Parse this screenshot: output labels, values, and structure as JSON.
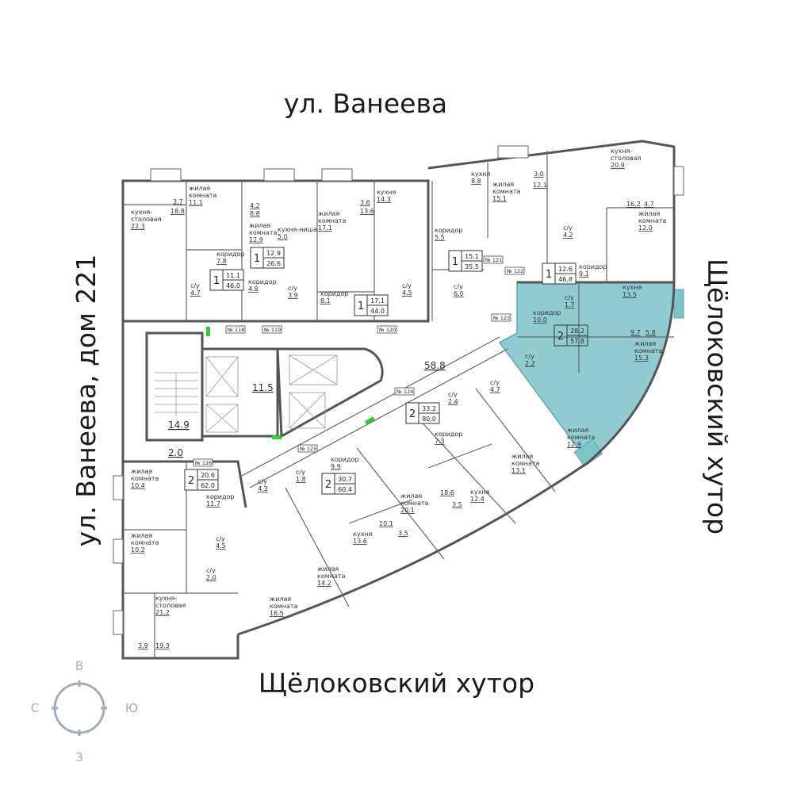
{
  "streets": {
    "top": "ул. Ванеева",
    "left": "ул. Ванеева, дом 221",
    "right": "Щёлоковский хутор",
    "bottom": "Щёлоковский хутор"
  },
  "compass": {
    "north_label": "В",
    "west_label": "С",
    "east_label": "Ю",
    "south_label": "З",
    "color": "#a3acba"
  },
  "colors": {
    "highlight": "#7fc3cb",
    "wall": "#555555"
  },
  "common_areas": [
    "58.8",
    "11.5",
    "14.9",
    "2.0"
  ],
  "door_numbers": [
    "№ 118",
    "№ 119",
    "№ 120",
    "№ 121",
    "№ 122",
    "№ 123",
    "№ 124",
    "№ 125",
    "№ 126"
  ],
  "apartments": [
    {
      "rooms_count": "1",
      "living_area": "11.1",
      "total_area": "46.0",
      "highlighted": false,
      "rooms": [
        {
          "name": [
            "кухня-",
            "столовая"
          ],
          "area": "22.3"
        },
        {
          "name": [
            "жилая",
            "комната"
          ],
          "area": "11.1"
        },
        {
          "name": [
            "коридор"
          ],
          "area": "7.8"
        },
        {
          "name": [
            "с/у"
          ],
          "area": "4.7"
        }
      ],
      "dims": [
        "3.7",
        "18.8"
      ]
    },
    {
      "rooms_count": "1",
      "living_area": "12.9",
      "total_area": "26.6",
      "highlighted": false,
      "rooms": [
        {
          "name": [
            "жилая",
            "комната"
          ],
          "area": "12.9"
        },
        {
          "name": [
            "кухня-ниша"
          ],
          "area": "5.0"
        },
        {
          "name": [
            "коридор"
          ],
          "area": "4.8"
        },
        {
          "name": [
            "с/у"
          ],
          "area": "3.9"
        }
      ],
      "dims": [
        "4.2",
        "8.8"
      ]
    },
    {
      "rooms_count": "1",
      "living_area": "17.1",
      "total_area": "44.0",
      "highlighted": false,
      "rooms": [
        {
          "name": [
            "жилая",
            "комната"
          ],
          "area": "17.1"
        },
        {
          "name": [
            "кухня"
          ],
          "area": "14.3"
        },
        {
          "name": [
            "коридор"
          ],
          "area": "8.1"
        },
        {
          "name": [
            "с/у"
          ],
          "area": "4.5"
        }
      ],
      "dims": [
        "3.6",
        "13.6"
      ]
    },
    {
      "rooms_count": "1",
      "living_area": "15.1",
      "total_area": "35.5",
      "highlighted": false,
      "rooms": [
        {
          "name": [
            "кухня"
          ],
          "area": "8.8"
        },
        {
          "name": [
            "жилая",
            "комната"
          ],
          "area": "15.1"
        },
        {
          "name": [
            "коридор"
          ],
          "area": "5.5"
        },
        {
          "name": [
            "с/у"
          ],
          "area": "6.0"
        }
      ],
      "dims": [
        "3.0",
        "12.1"
      ]
    },
    {
      "rooms_count": "1",
      "living_area": "12.6",
      "total_area": "46.8",
      "highlighted": false,
      "rooms": [
        {
          "name": [
            "кухня-",
            "столовая"
          ],
          "area": "20.9"
        },
        {
          "name": [
            "жилая",
            "комната"
          ],
          "area": "12.0"
        },
        {
          "name": [
            "с/у"
          ],
          "area": "4.2"
        },
        {
          "name": [
            "коридор"
          ],
          "area": "9.1"
        }
      ],
      "dims": [
        "16.2",
        "4.7"
      ]
    },
    {
      "rooms_count": "2",
      "living_area": "28.2",
      "total_area": "57.8",
      "highlighted": true,
      "rooms": [
        {
          "name": [
            "кухня"
          ],
          "area": "13.5"
        },
        {
          "name": [
            "с/у"
          ],
          "area": "1.7"
        },
        {
          "name": [
            "коридор"
          ],
          "area": "10.0"
        },
        {
          "name": [
            "жилая",
            "комната"
          ],
          "area": "15.3"
        },
        {
          "name": [
            "с/у"
          ],
          "area": "2.2"
        },
        {
          "name": [
            "жилая",
            "комната"
          ],
          "area": "12.9"
        }
      ],
      "dims": [
        "9.7",
        "5.8"
      ]
    },
    {
      "rooms_count": "2",
      "living_area": "33.2",
      "total_area": "80.0",
      "highlighted": false,
      "rooms": [
        {
          "name": [
            "с/у"
          ],
          "area": "2.4"
        },
        {
          "name": [
            "с/у"
          ],
          "area": "4.7"
        },
        {
          "name": [
            "коридор"
          ],
          "area": "7.3"
        },
        {
          "name": [
            "жилая",
            "комната"
          ],
          "area": "13.1"
        },
        {
          "name": [
            "кухня"
          ],
          "area": "12.4"
        },
        {
          "name": [
            "жилая",
            "комната"
          ],
          "area": "20.1"
        }
      ],
      "dims": [
        "18.6",
        "3.5"
      ]
    },
    {
      "rooms_count": "2",
      "living_area": "30.7",
      "total_area": "60.4",
      "highlighted": false,
      "rooms": [
        {
          "name": [
            "коридор"
          ],
          "area": "9.9"
        },
        {
          "name": [
            "с/у"
          ],
          "area": "1.8"
        },
        {
          "name": [
            "кухня"
          ],
          "area": "13.6"
        },
        {
          "name": [
            "жилая",
            "комната"
          ],
          "area": "14.2"
        }
      ],
      "dims": [
        "10.1",
        "3.5"
      ]
    },
    {
      "rooms_count": "2",
      "living_area": "20.6",
      "total_area": "62.0",
      "highlighted": false,
      "rooms": [
        {
          "name": [
            "жилая",
            "комната"
          ],
          "area": "10.4"
        },
        {
          "name": [
            "коридор"
          ],
          "area": "11.7"
        },
        {
          "name": [
            "жилая",
            "комната"
          ],
          "area": "10.2"
        },
        {
          "name": [
            "с/у"
          ],
          "area": "4.5"
        },
        {
          "name": [
            "с/у"
          ],
          "area": "2.0"
        },
        {
          "name": [
            "кухня-",
            "столовая"
          ],
          "area": "21.2"
        },
        {
          "name": [
            "жилая",
            "комната"
          ],
          "area": "16.5"
        },
        {
          "name": [
            "с/у"
          ],
          "area": "4.3"
        }
      ],
      "dims": [
        "3.9",
        "19.3"
      ]
    }
  ]
}
